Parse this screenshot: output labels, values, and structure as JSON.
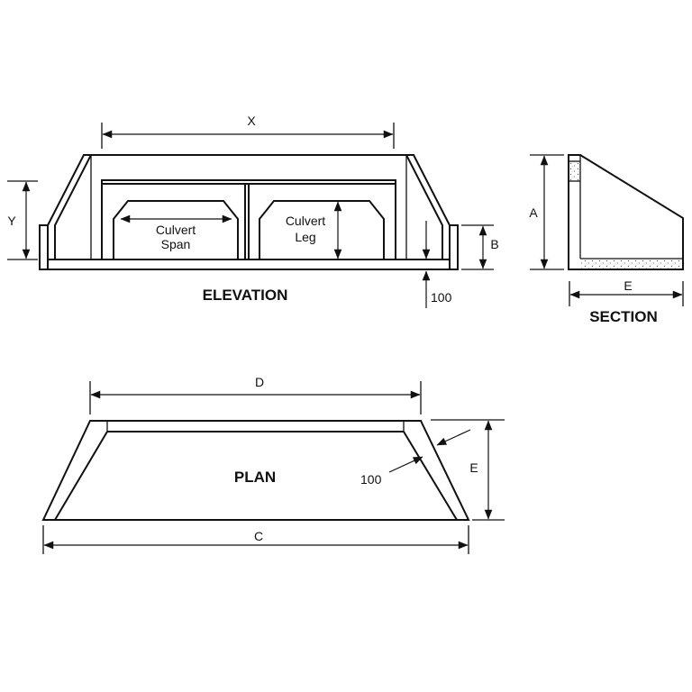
{
  "elevation": {
    "title": "ELEVATION",
    "dims": {
      "x": "X",
      "y": "Y",
      "b": "B",
      "thickness": "100"
    },
    "culvert_span": [
      "Culvert",
      "Span"
    ],
    "culvert_leg": [
      "Culvert",
      "Leg"
    ]
  },
  "section": {
    "title": "SECTION",
    "dims": {
      "a": "A",
      "e": "E"
    }
  },
  "plan": {
    "title": "PLAN",
    "dims": {
      "d": "D",
      "c": "C",
      "e": "E",
      "thickness": "100"
    }
  }
}
